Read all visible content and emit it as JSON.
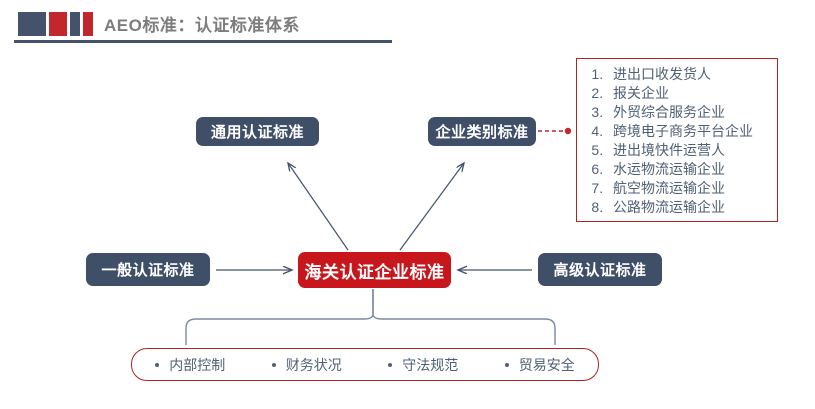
{
  "header": {
    "title": "AEO标准：认证标准体系",
    "accent_blue": "#44536b",
    "accent_red": "#c1272d"
  },
  "diagram": {
    "nodes": {
      "general_standard": "通用认证标准",
      "category_standard": "企业类别标准",
      "basic_certification": "一般认证标准",
      "center": "海关认证企业标准",
      "advanced_certification": "高级认证标准"
    },
    "category_list": [
      "进出口收发货人",
      "报关企业",
      "外贸综合服务企业",
      "跨境电子商务平台企业",
      "进出境快件运营人",
      "水运物流运输企业",
      "航空物流运输企业",
      "公路物流运输企业"
    ],
    "criteria": [
      "内部控制",
      "财务状况",
      "守法规范",
      "贸易安全"
    ],
    "colors": {
      "node_blue": "#3f4f68",
      "node_red": "#c8161d",
      "list_border_red": "#b2231f",
      "connector_blue": "#44536b",
      "text_gray_blue": "#4f6176"
    }
  }
}
